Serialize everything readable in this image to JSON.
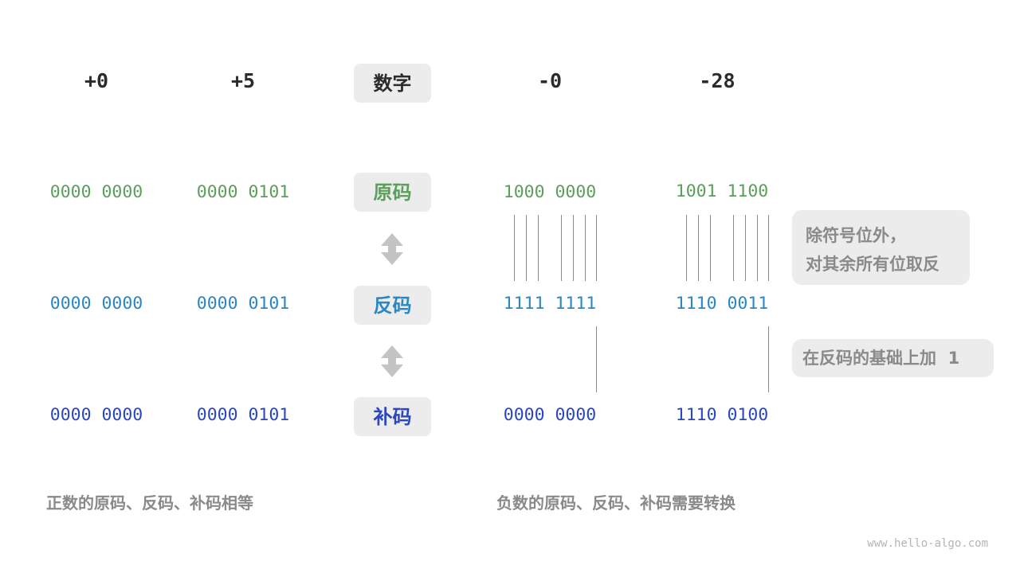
{
  "header": {
    "pos_zero": "+0",
    "pos_five": "+5",
    "label": "数字",
    "neg_zero": "-0",
    "neg_28": "-28"
  },
  "rows": {
    "original": {
      "label": "原码",
      "values": [
        "0000 0000",
        "0000 0101",
        "1000 0000",
        "1001 1100"
      ],
      "color": "#5a9f5a"
    },
    "ones_complement": {
      "label": "反码",
      "values": [
        "0000 0000",
        "0000 0101",
        "1111 1111",
        "1110 0011"
      ],
      "color": "#2a86c4"
    },
    "twos_complement": {
      "label": "补码",
      "values": [
        "0000 0000",
        "0000 0101",
        "0000 0000",
        "1110 0100"
      ],
      "color": "#2b47bf"
    }
  },
  "notes": {
    "invert_line1": "除符号位外，",
    "invert_line2": "对其余所有位取反",
    "add_one": "在反码的基础上加  1"
  },
  "captions": {
    "positive": "正数的原码、反码、补码相等",
    "negative": "负数的原码、反码、补码需要转换"
  },
  "watermark": "www.hello-algo.com",
  "icons": {
    "arrow": "double-arrow-vertical-icon"
  }
}
